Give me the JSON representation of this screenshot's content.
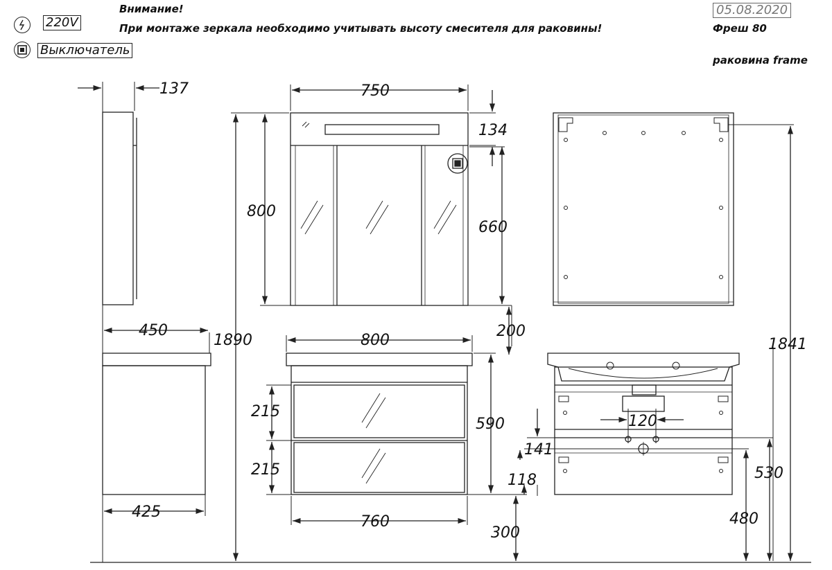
{
  "header": {
    "power_label": "220V",
    "switch_label": "Выключатель",
    "power_icon": "lightning-bolt-icon",
    "switch_icon": "square-switch-icon"
  },
  "notice": {
    "title": "Внимание!",
    "text": "При монтаже зеркала необходимо учитывать высоту смесителя для раковины!"
  },
  "meta": {
    "date": "05.08.2020",
    "model": "Фреш 80",
    "sink": "раковина  frame"
  },
  "dimensions": {
    "mirror_side_depth": "137",
    "mirror_width": "750",
    "mirror_top_height": "134",
    "mirror_height": "800",
    "mirror_door_height": "660",
    "total_height": "1890",
    "gap_mirror_sink": "200",
    "sink_depth": "450",
    "cabinet_width": "800",
    "drawer_height_top": "215",
    "drawer_height_bottom": "215",
    "cabinet_height": "590",
    "cabinet_depth": "425",
    "base_width": "760",
    "floor_clearance": "300",
    "mount_height_top": "1841",
    "hole_spacing": "120",
    "pipe_offset_top": "141",
    "pipe_offset_bottom": "118",
    "mount_height_530": "530",
    "mount_height_480": "480"
  },
  "colors": {
    "line": "#222222",
    "text": "#111111"
  }
}
